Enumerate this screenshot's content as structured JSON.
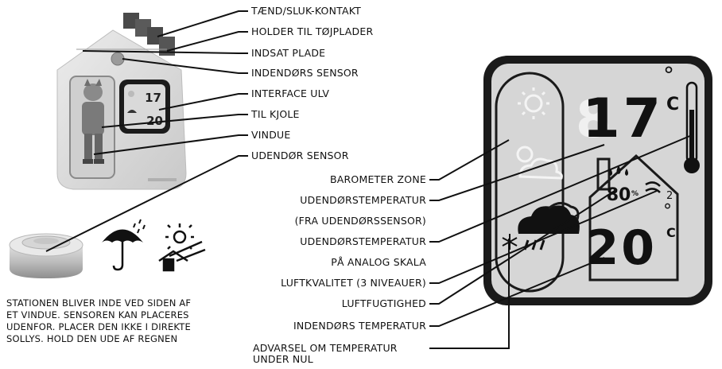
{
  "device_labels": [
    "TÆND/SLUK-KONTAKT",
    "HOLDER TIL TØJPLADER",
    "INDSAT PLADE",
    "INDENDØRS SENSOR",
    "INTERFACE ULV",
    "TIL KJOLE",
    "VINDUE",
    "UDENDØR SENSOR"
  ],
  "display_labels": [
    "BAROMETER ZONE",
    "UDENDØRSTEMPERATUR",
    "(FRA UDENDØRSSENSOR)",
    "UDENDØRSTEMPERATUR",
    "PÅ ANALOG SKALA",
    "LUFTKVALITET (3 NIVEAUER)",
    "LUFTFUGTIGHED",
    "INDENDØRS TEMPERATUR",
    "ADVARSEL OM TEMPERATUR",
    "UNDER NUL"
  ],
  "placement_note": [
    "STATIONEN BLIVER INDE VED SIDEN AF",
    "ET VINDUE. SENSOREN KAN PLACERES",
    "UDENFOR. PLACER DEN IKKE I DIREKTE",
    "SOLLYS. HOLD DEN UDE AF REGNEN"
  ],
  "display": {
    "outdoor_temp": "17",
    "indoor_temp": "20",
    "temp_unit": "C",
    "degree": "°",
    "humidity": "80",
    "humidity_unit": "%",
    "air_quality_sub": "2",
    "small_screen_top": "17",
    "small_screen_bottom": "20"
  },
  "colors": {
    "lcd_frame": "#1a1a1a",
    "lcd_bg": "#d6d6d6",
    "segment_ghost": "#f2f2f2",
    "leader": "#111111"
  }
}
